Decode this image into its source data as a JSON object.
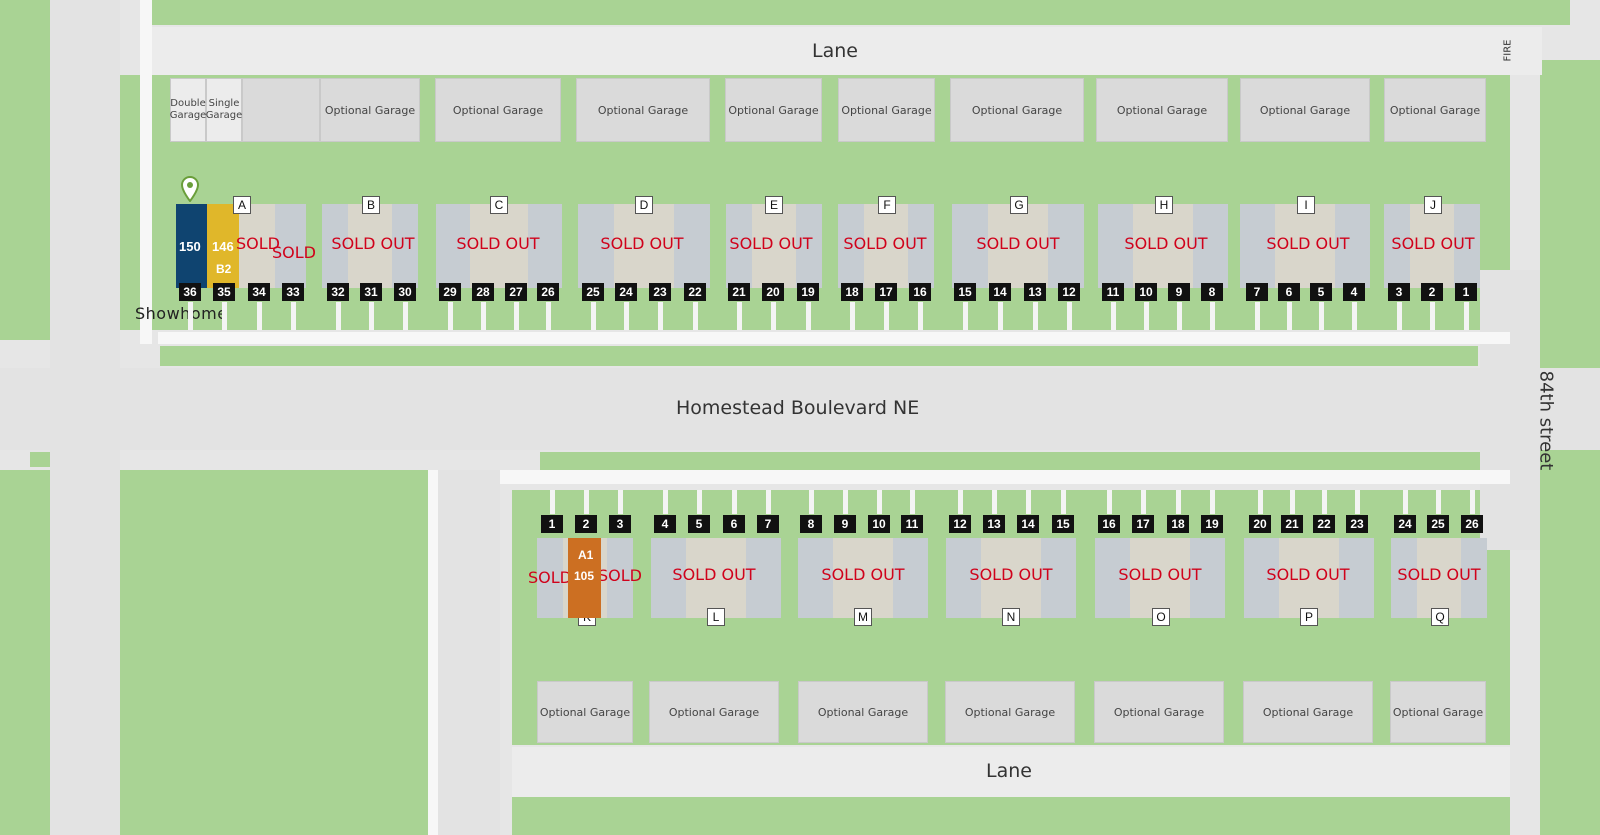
{
  "roads": {
    "lane_top": "Lane",
    "lane_bottom": "Lane",
    "boulevard": "Homestead Boulevard NE",
    "street": "84th street",
    "fire": "FIRE"
  },
  "showhome_label": "Showhome",
  "garages": {
    "double": "Double Garage",
    "single": "Single Garage",
    "optional": "Optional Garage"
  },
  "top_buildings": [
    {
      "letter": "A",
      "sold": "SOLD",
      "sold2": "SOLD"
    },
    {
      "letter": "B",
      "sold": "SOLD OUT"
    },
    {
      "letter": "C",
      "sold": "SOLD OUT"
    },
    {
      "letter": "D",
      "sold": "SOLD OUT"
    },
    {
      "letter": "E",
      "sold": "SOLD OUT"
    },
    {
      "letter": "F",
      "sold": "SOLD OUT"
    },
    {
      "letter": "G",
      "sold": "SOLD OUT"
    },
    {
      "letter": "H",
      "sold": "SOLD OUT"
    },
    {
      "letter": "I",
      "sold": "SOLD OUT"
    },
    {
      "letter": "J",
      "sold": "SOLD OUT"
    }
  ],
  "bottom_buildings": [
    {
      "letter": "K",
      "sold": "SOLD",
      "sold2": "SOLD"
    },
    {
      "letter": "L",
      "sold": "SOLD OUT"
    },
    {
      "letter": "M",
      "sold": "SOLD OUT"
    },
    {
      "letter": "N",
      "sold": "SOLD OUT"
    },
    {
      "letter": "O",
      "sold": "SOLD OUT"
    },
    {
      "letter": "P",
      "sold": "SOLD OUT"
    },
    {
      "letter": "Q",
      "sold": "SOLD OUT"
    }
  ],
  "top_units": [
    "36",
    "35",
    "34",
    "33",
    "32",
    "31",
    "30",
    "29",
    "28",
    "27",
    "26",
    "25",
    "24",
    "23",
    "22",
    "21",
    "20",
    "19",
    "18",
    "17",
    "16",
    "15",
    "14",
    "13",
    "12",
    "11",
    "10",
    "9",
    "8",
    "7",
    "6",
    "5",
    "4",
    "3",
    "2",
    "1"
  ],
  "bottom_units": [
    "1",
    "2",
    "3",
    "4",
    "5",
    "6",
    "7",
    "8",
    "9",
    "10",
    "11",
    "12",
    "13",
    "14",
    "15",
    "16",
    "17",
    "18",
    "19",
    "20",
    "21",
    "22",
    "23",
    "24",
    "25",
    "26"
  ],
  "highlight": {
    "showhome_150": "150",
    "unit_146": "146",
    "unit_146_type": "B2",
    "unit_105": "105",
    "unit_105_type": "A1"
  },
  "colors": {
    "navy": "#0f4470",
    "gold": "#e0b72a",
    "orange": "#cc6f22",
    "sold": "#d0021b"
  }
}
